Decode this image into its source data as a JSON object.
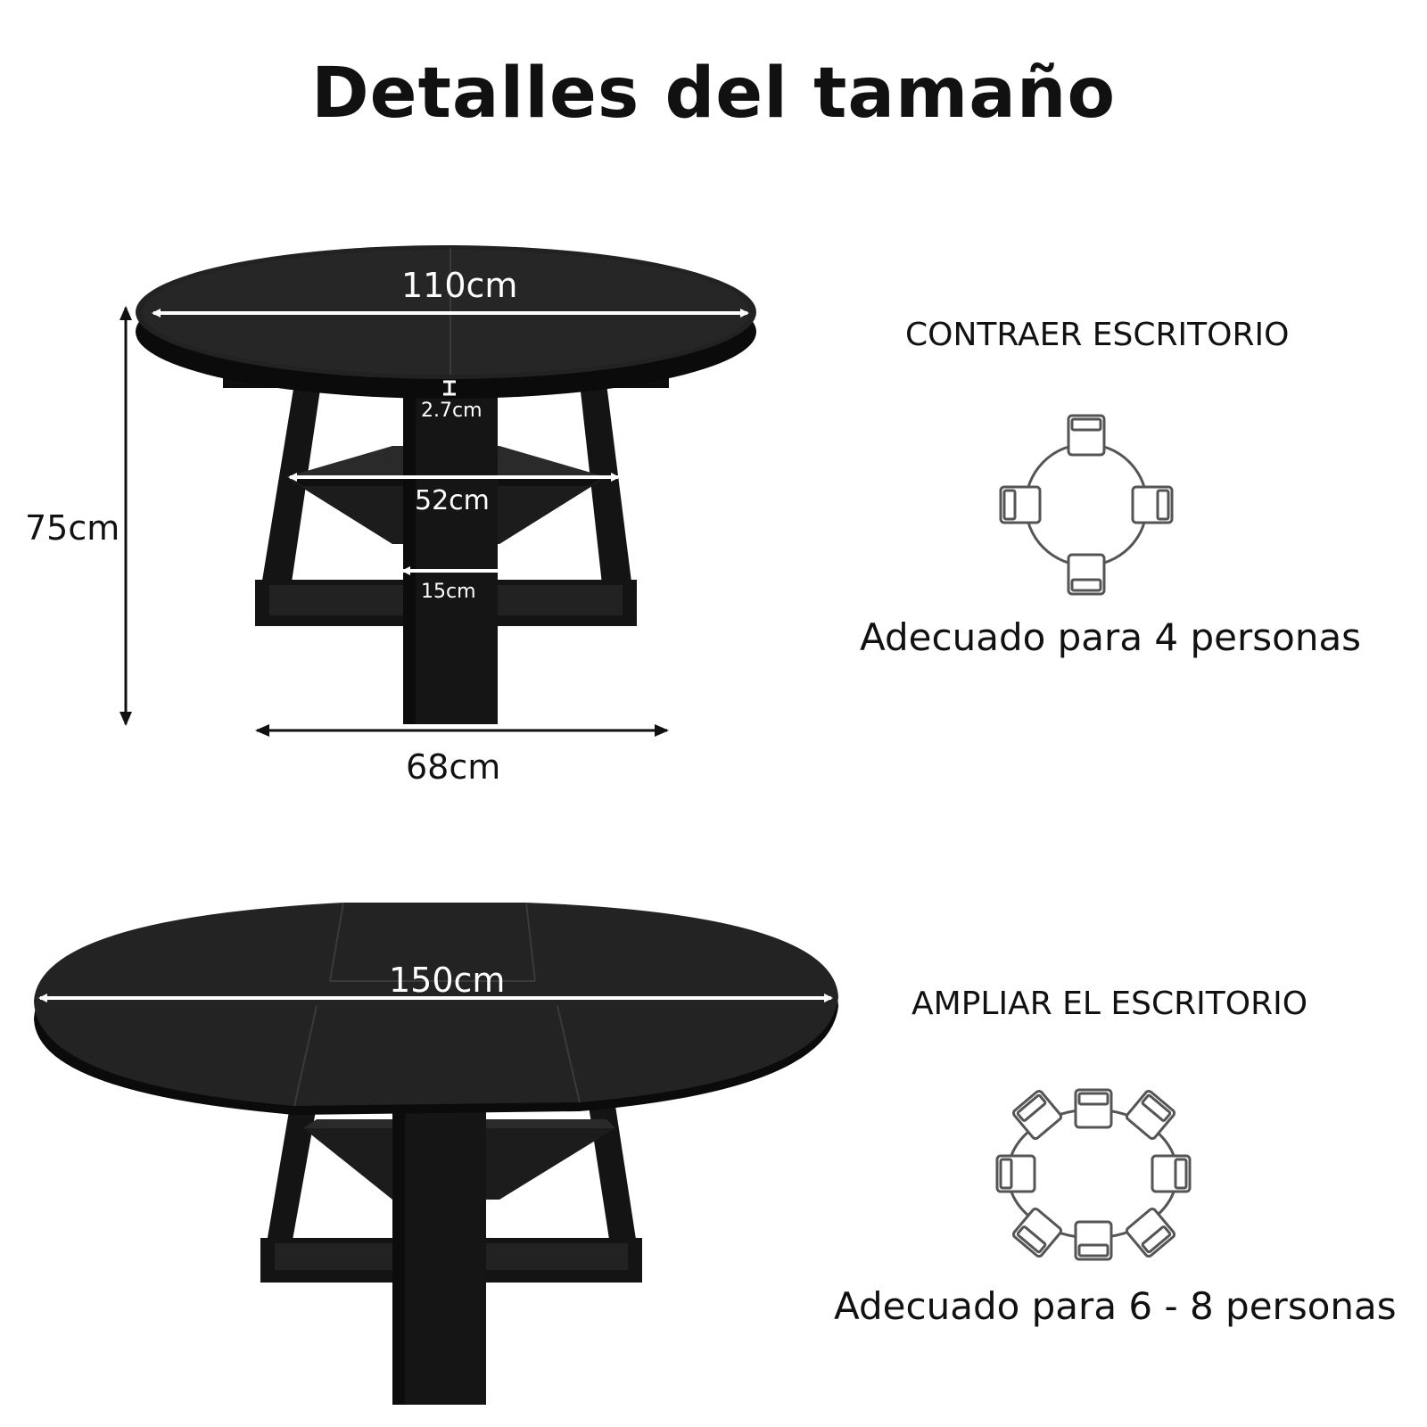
{
  "title": "Detalles del tamaño",
  "colors": {
    "wood": "#141414",
    "wood_edge": "#0b0b0b",
    "wood_light": "#2a2a2a",
    "arrow_white": "#ffffff",
    "arrow_black": "#111111",
    "icon_stroke": "#555555"
  },
  "collapsed": {
    "mode_label": "CONTRAER ESCRITORIO",
    "capacity_label": "Adecuado para 4 personas",
    "dims": {
      "diameter": "110cm",
      "top_thickness": "2.7cm",
      "shelf_width": "52cm",
      "leg_width": "15cm",
      "height": "75cm",
      "base_width": "68cm"
    },
    "chair_icon": "round-table-4-chairs-icon"
  },
  "expanded": {
    "mode_label": "AMPLIAR EL ESCRITORIO",
    "capacity_label": "Adecuado para 6 - 8 personas",
    "dims": {
      "length": "150cm"
    },
    "chair_icon": "oval-table-8-chairs-icon"
  }
}
